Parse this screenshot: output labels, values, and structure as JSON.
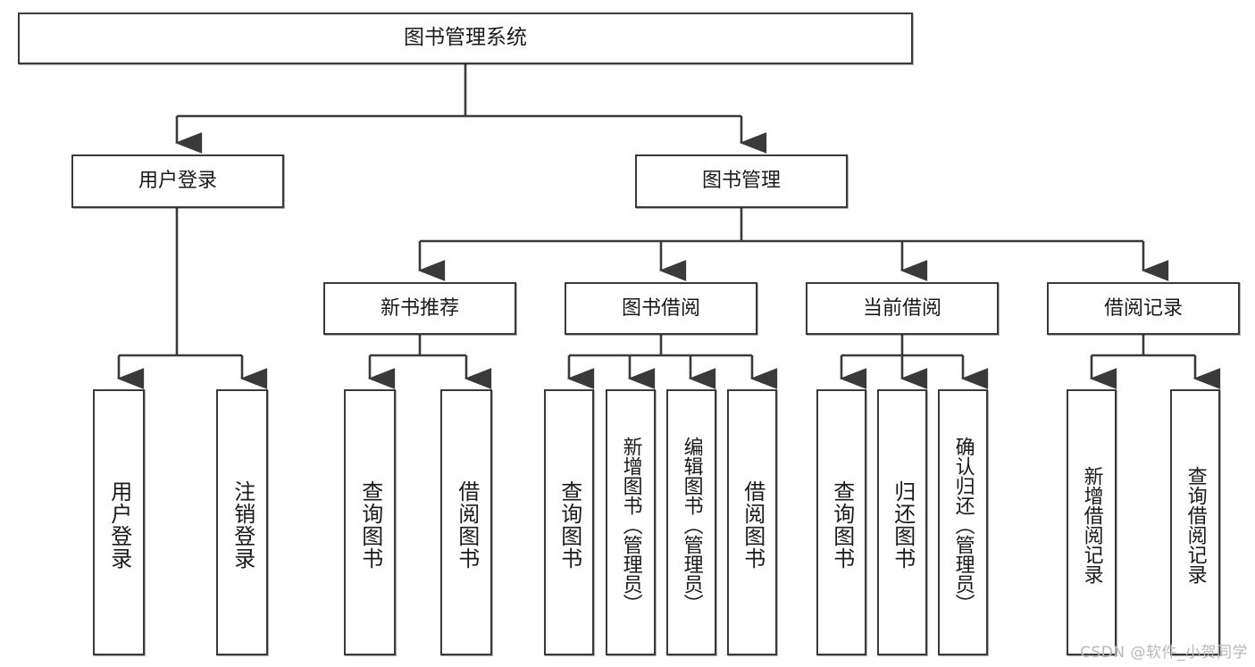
{
  "diagram": {
    "title": "图书管理系统",
    "type": "hierarchy-tree",
    "stroke_color": "#3a3a3a",
    "text_color": "#1a1a1a",
    "background_color": "#ffffff"
  },
  "nodes": {
    "root": {
      "label": "图书管理系统"
    },
    "level2": [
      {
        "label": "用户登录"
      },
      {
        "label": "图书管理"
      }
    ],
    "level3": [
      {
        "label": "新书推荐"
      },
      {
        "label": "图书借阅"
      },
      {
        "label": "当前借阅"
      },
      {
        "label": "借阅记录"
      }
    ],
    "leaves": [
      {
        "label": "用户登录"
      },
      {
        "label": "注销登录"
      },
      {
        "label": "查询图书"
      },
      {
        "label": "借阅图书"
      },
      {
        "label": "查询图书"
      },
      {
        "label": "新增图书（管理员）"
      },
      {
        "label": "编辑图书（管理员）"
      },
      {
        "label": "借阅图书"
      },
      {
        "label": "查询图书"
      },
      {
        "label": "归还图书"
      },
      {
        "label": "确认归还（管理员）"
      },
      {
        "label": "新增借阅记录"
      },
      {
        "label": "查询借阅记录"
      }
    ]
  },
  "watermark": {
    "text": "CSDN @软件_小贺同学"
  }
}
